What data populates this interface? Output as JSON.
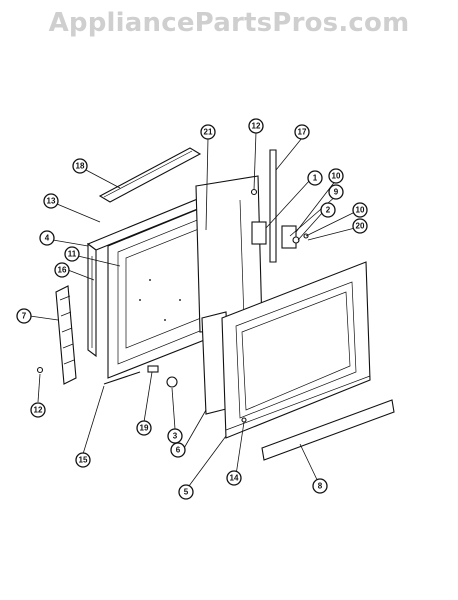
{
  "watermark": "AppliancePartsPros.com",
  "callouts": [
    {
      "id": "c1",
      "label": "1"
    },
    {
      "id": "c2",
      "label": "2"
    },
    {
      "id": "c3",
      "label": "3"
    },
    {
      "id": "c4",
      "label": "4"
    },
    {
      "id": "c5",
      "label": "5"
    },
    {
      "id": "c6",
      "label": "6"
    },
    {
      "id": "c7",
      "label": "7"
    },
    {
      "id": "c8",
      "label": "8"
    },
    {
      "id": "c9",
      "label": "9"
    },
    {
      "id": "c10a",
      "label": "10"
    },
    {
      "id": "c10b",
      "label": "10"
    },
    {
      "id": "c11",
      "label": "11"
    },
    {
      "id": "c12a",
      "label": "12"
    },
    {
      "id": "c12b",
      "label": "12"
    },
    {
      "id": "c13",
      "label": "13"
    },
    {
      "id": "c14",
      "label": "14"
    },
    {
      "id": "c15",
      "label": "15"
    },
    {
      "id": "c16",
      "label": "16"
    },
    {
      "id": "c17",
      "label": "17"
    },
    {
      "id": "c18",
      "label": "18"
    },
    {
      "id": "c19",
      "label": "19"
    },
    {
      "id": "c20",
      "label": "20"
    },
    {
      "id": "c21",
      "label": "21"
    }
  ]
}
